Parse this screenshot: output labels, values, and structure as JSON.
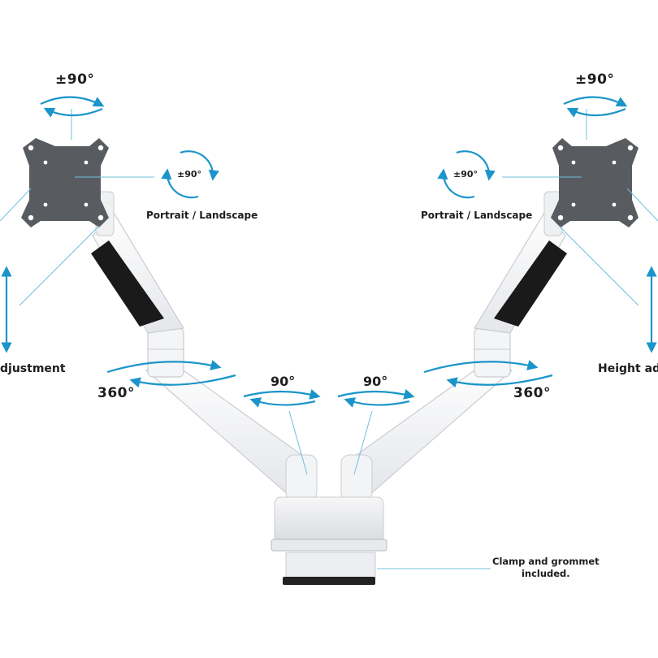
{
  "labels": {
    "tilt_left": "±90°",
    "tilt_right": "±90°",
    "rotate_left": "±90°",
    "rotate_right": "±90°",
    "portrait_left": "Portrait / Landscape",
    "portrait_right": "Portrait / Landscape",
    "height_left": "djustment",
    "height_right": "Height adj",
    "swivel_left": "360°",
    "swivel_right": "360°",
    "pan_left": "90°",
    "pan_right": "90°",
    "clamp_line1": "Clamp and grommet",
    "clamp_line2": "included."
  },
  "colors": {
    "arrow": "#1b95c9",
    "leader": "#6fc0de",
    "arm": "#f3f4f6",
    "arm_edge": "#c9ccd1",
    "gas_spring": "#1a1a1a",
    "plate": "#585b60",
    "base_dark": "#222222"
  }
}
